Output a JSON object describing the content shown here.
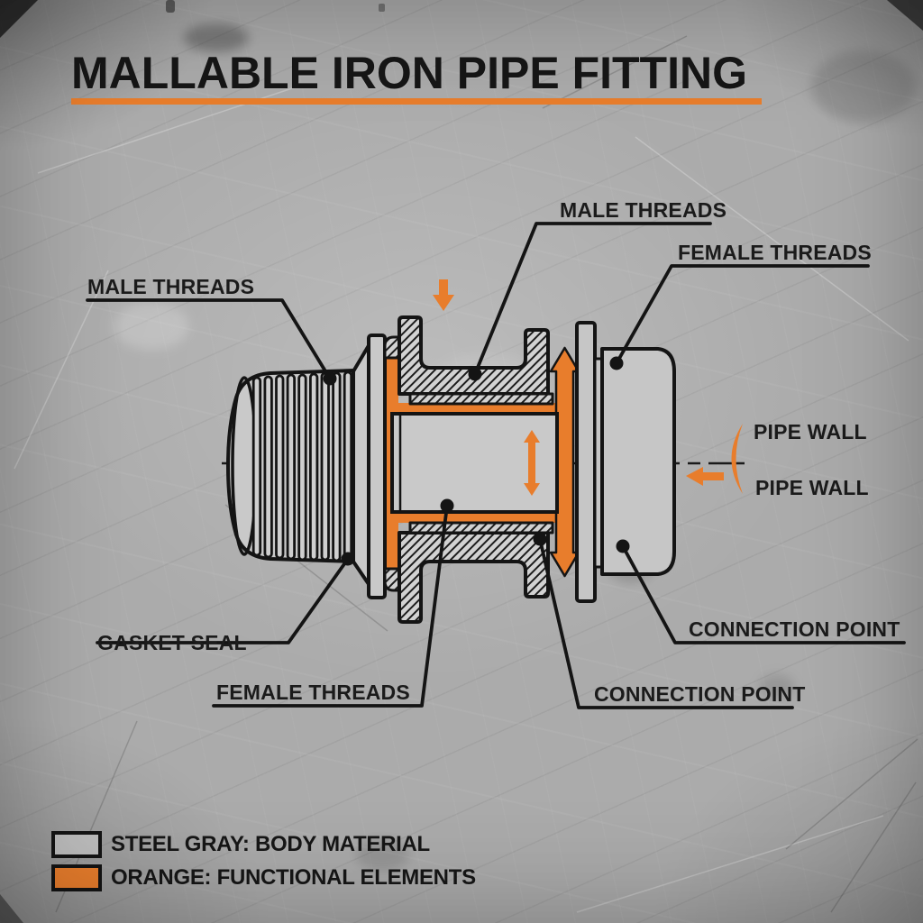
{
  "title": "MALLABLE IRON PIPE FITTING",
  "callouts": {
    "male_threads_left": "MALE THREADS",
    "male_threads_top": "MALE THREADS",
    "female_threads_top": "FEMALE THREADS",
    "female_threads_bottom": "FEMALE THREADS",
    "gasket_seal": "GASKET SEAL",
    "pipe_wall_top": "PIPE WALL",
    "pipe_wall_bottom": "PIPE WALL",
    "connection_point_right": "CONNECTION POINT",
    "connection_point_bottom": "CONNECTION POINT"
  },
  "legend": {
    "steel": {
      "label": "STEEL GRAY: BODY MATERIAL",
      "swatch_color": "#BDBDBD"
    },
    "orange": {
      "label": "ORANGE: FUNCTIONAL ELEMENTS",
      "swatch_color": "#E87D2C"
    }
  },
  "colors": {
    "accent_orange": "#E87D2C",
    "body_gray": "#C9C9C9",
    "outline_black": "#141414",
    "background_gray": "#ABABAB"
  }
}
